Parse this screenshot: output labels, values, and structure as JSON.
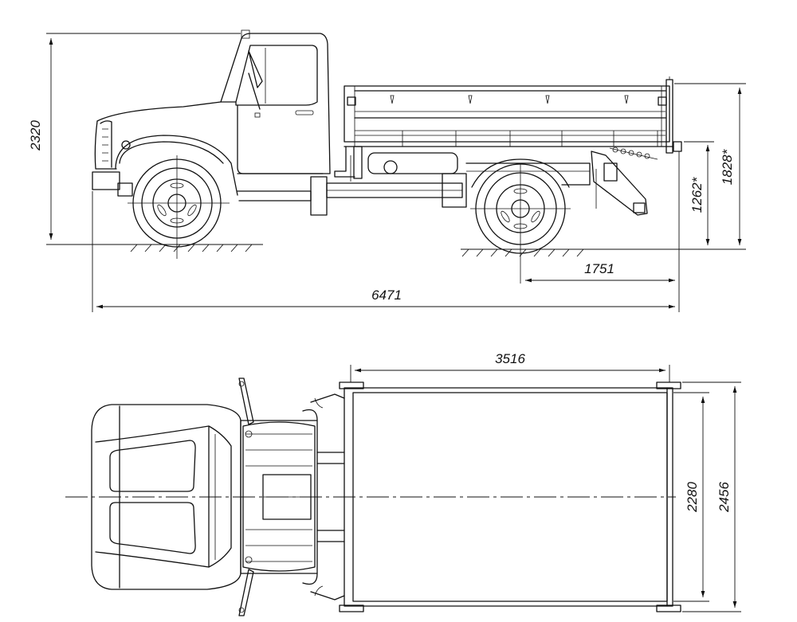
{
  "dimensions": {
    "overall_height": "2320",
    "frame_height": "1262*",
    "rear_height": "1828*",
    "rear_overhang": "1751",
    "overall_length": "6471",
    "body_length": "3516",
    "body_inner_width": "2280",
    "overall_width": "2456"
  }
}
